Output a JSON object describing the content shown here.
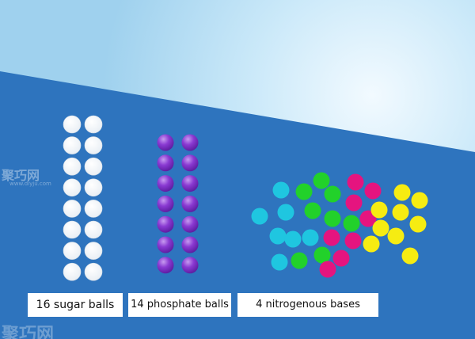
{
  "labels": {
    "sugar": "16 sugar balls",
    "phosphate": "14 phosphate balls",
    "bases": "4 nitrogenous bases"
  },
  "watermark": {
    "text": "聚巧网",
    "url": "www.diyju.com"
  },
  "colors": {
    "sky_top": "#a9d8f2",
    "sky_light": "#e9f6fd",
    "panel_blue": "#2e74be",
    "sugar": "#ffffff",
    "phosphate": "#7b2fc4",
    "cyan": "#1fc6e0",
    "green": "#22d12a",
    "magenta": "#e5147f",
    "yellow": "#f6ec12"
  },
  "groups": {
    "sugar_count": 16,
    "phosphate_count": 14
  }
}
